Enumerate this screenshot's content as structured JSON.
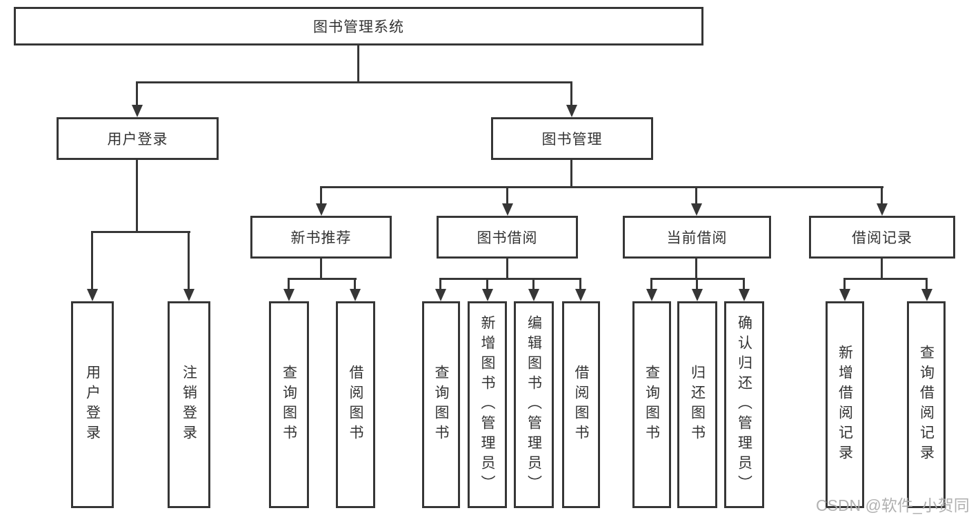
{
  "diagram_title": "图书管理系统",
  "nodes": {
    "root": "图书管理系统",
    "user_login": "用户登录",
    "book_mgmt": "图书管理",
    "new_book_rec": "新书推荐",
    "book_borrow": "图书借阅",
    "current_borrow": "当前借阅",
    "borrow_records": "借阅记录",
    "leaf_user_login": "用户登录",
    "leaf_logout": "注销登录",
    "leaf_query_books_1": "查询图书",
    "leaf_borrow_books_1": "借阅图书",
    "leaf_query_books_2": "查询图书",
    "leaf_add_books_admin": "新增图书（管理员）",
    "leaf_edit_books_admin": "编辑图书（管理员）",
    "leaf_borrow_books_2": "借阅图书",
    "leaf_query_books_3": "查询图书",
    "leaf_return_books": "归还图书",
    "leaf_confirm_return_admin": "确认归还（管理员）",
    "leaf_add_borrow_record": "新增借阅记录",
    "leaf_query_borrow_record": "查询借阅记录"
  },
  "watermark": "CSDN @软件_小贺同学",
  "colors": {
    "line": "#363636",
    "text": "#333333",
    "background": "#ffffff",
    "watermark": "#aaaaaa"
  }
}
